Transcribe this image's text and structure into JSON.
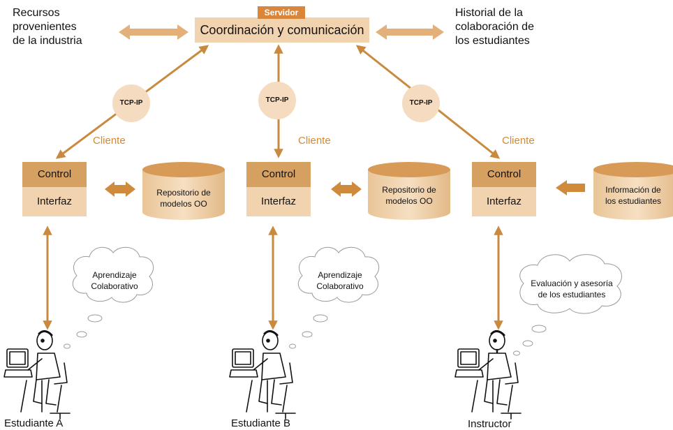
{
  "server": {
    "tag": "Servidor",
    "title": "Coordinación y comunicación"
  },
  "left_resource": {
    "line1": "Recursos",
    "line2": "provenientes",
    "line3": "de la industria"
  },
  "right_resource": {
    "line1": "Historial de la",
    "line2": "colaboración de",
    "line3": "los estudiantes"
  },
  "protocol": "TCP-IP",
  "client_label": "Cliente",
  "client": {
    "control": "Control",
    "interfaz": "Interfaz"
  },
  "repo": {
    "line1": "Repositorio de",
    "line2": "modelos OO"
  },
  "student_info": {
    "line1": "Información de",
    "line2": "los estudiantes"
  },
  "cloud_student": {
    "line1": "Aprendizaje",
    "line2": "Colaborativo"
  },
  "cloud_instructor": {
    "line1": "Evaluación y asesoría",
    "line2": "de los estudiantes"
  },
  "actors": {
    "a": "Estudiante A",
    "b": "Estudiante B",
    "instructor": "Instructor"
  },
  "colors": {
    "arrow": "#c98a3f",
    "box_light": "#f2d3b0",
    "box_dark": "#d6a061",
    "accent": "#d9863a"
  }
}
